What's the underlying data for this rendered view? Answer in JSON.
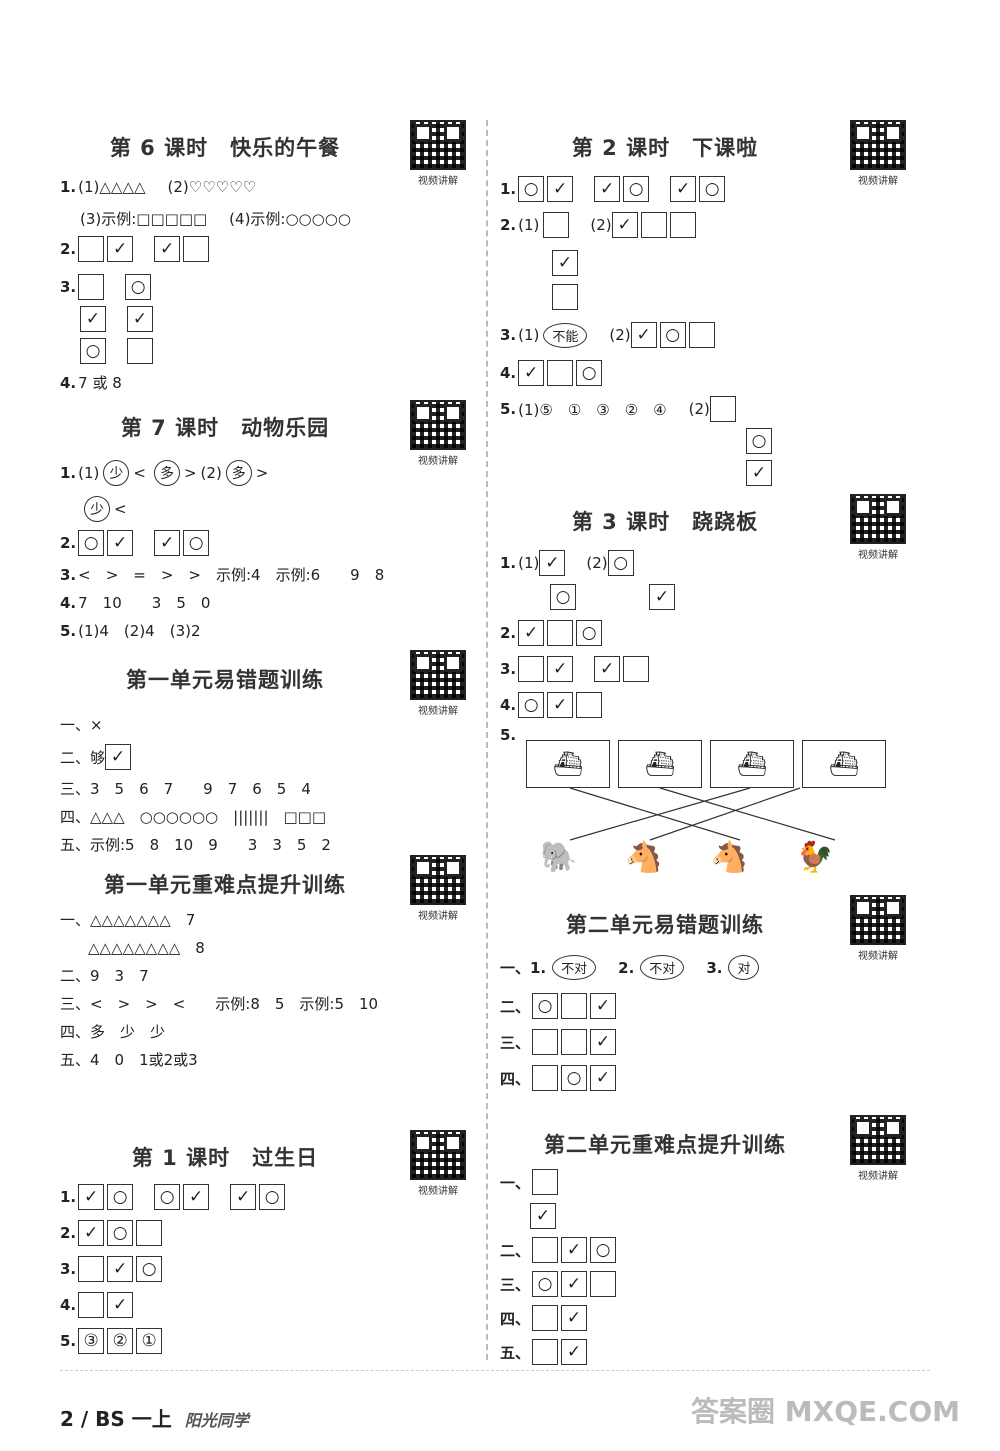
{
  "left": {
    "s1": {
      "title": "第 6 课时　快乐的午餐",
      "qr": "视频讲解",
      "r1": {
        "n": "1.",
        "a": "(1)△△△△",
        "b": "(2)♡♡♡♡♡"
      },
      "r1b": {
        "a": "(3)示例:□□□□□",
        "b": "(4)示例:○○○○○"
      },
      "r2": {
        "n": "2.",
        "boxes": [
          "",
          "✓",
          "✓",
          ""
        ]
      },
      "r3": {
        "n": "3.",
        "a": [
          "",
          "○"
        ],
        "b": [
          "✓",
          "✓"
        ],
        "c": [
          "○",
          ""
        ]
      },
      "r4": {
        "n": "4.",
        "t": "7 或 8"
      }
    },
    "s2": {
      "title": "第 7 课时　动物乐园",
      "qr": "视频讲解",
      "r1": {
        "n": "1.",
        "p1": "(1)",
        "c1": "少",
        "s1": "<",
        "c2": "多",
        ">": ">",
        "p2": "(2)",
        "c3": "多",
        "s3": ">"
      },
      "r1b": {
        "c": "少",
        "s": "<"
      },
      "r2": {
        "n": "2.",
        "boxes": [
          "○",
          "✓",
          "✓",
          "○"
        ]
      },
      "r3": {
        "n": "3.",
        "t": "<　>　=　>　>　示例:4　示例:6　　9　8"
      },
      "r4": {
        "n": "4.",
        "t": "7　10　　3　5　0"
      },
      "r5": {
        "n": "5.",
        "t": "(1)4　(2)4　(3)2"
      }
    },
    "s3": {
      "title": "第一单元易错题训练",
      "qr": "视频讲解",
      "r1": "一、×",
      "r2": {
        "t": "二、够",
        "box": "✓"
      },
      "r3": "三、3　5　6　7　　9　7　6　5　4",
      "r4": "四、△△△　○○○○○○　|||||||　□□□",
      "r5": "五、示例:5　8　10　9　　3　3　5　2"
    },
    "s4": {
      "title": "第一单元重难点提升训练",
      "qr": "视频讲解",
      "r1": "一、△△△△△△△　7",
      "r1b": "△△△△△△△△　8",
      "r2": "二、9　3　7",
      "r3": "三、<　>　>　<　　示例:8　5　示例:5　10",
      "r4": "四、多　少　少",
      "r5": "五、4　0　1或2或3"
    },
    "s5": {
      "title": "第 1 课时　过生日",
      "qr": "视频讲解",
      "r1": {
        "n": "1.",
        "boxes": [
          "✓",
          "○",
          "○",
          "✓",
          "✓",
          "○"
        ]
      },
      "r2": {
        "n": "2.",
        "boxes": [
          "✓",
          "○",
          ""
        ]
      },
      "r3": {
        "n": "3.",
        "boxes": [
          "",
          "✓",
          "○"
        ]
      },
      "r4": {
        "n": "4.",
        "boxes": [
          "",
          "✓"
        ]
      },
      "r5": {
        "n": "5.",
        "boxes": [
          "③",
          "②",
          "①"
        ]
      }
    }
  },
  "right": {
    "s1": {
      "title": "第 2 课时　下课啦",
      "qr": "视频讲解",
      "r1": {
        "n": "1.",
        "boxes": [
          "○",
          "✓",
          "✓",
          "○",
          "✓",
          "○"
        ]
      },
      "r2": {
        "n": "2.",
        "p1": "(1)",
        "col": [
          "",
          "✓",
          ""
        ],
        "p2": "(2)",
        "boxes": [
          "✓",
          "",
          ""
        ]
      },
      "r3": {
        "n": "3.",
        "p1": "(1)",
        "oval": "不能",
        "p2": "(2)",
        "boxes": [
          "✓",
          "○",
          ""
        ]
      },
      "r4": {
        "n": "4.",
        "boxes": [
          "✓",
          "",
          "○"
        ]
      },
      "r5": {
        "n": "5.",
        "t": "(1)⑤　①　③　②　④",
        "p2": "(2)",
        "col": [
          "",
          "○",
          "✓"
        ]
      }
    },
    "s2": {
      "title": "第 3 课时　跷跷板",
      "qr": "视频讲解",
      "r1": {
        "n": "1.",
        "p1": "(1)",
        "a": [
          "✓",
          "○"
        ],
        "p2": "(2)",
        "b": [
          "○",
          "✓"
        ]
      },
      "r2": {
        "n": "2.",
        "boxes": [
          "✓",
          "",
          "○"
        ]
      },
      "r3": {
        "n": "3.",
        "boxes": [
          "",
          "✓",
          "✓",
          ""
        ]
      },
      "r4": {
        "n": "4.",
        "boxes": [
          "○",
          "✓",
          ""
        ]
      },
      "r5": {
        "n": "5.",
        "boats": [
          "⛴",
          "⛴",
          "⛴",
          "⛴"
        ],
        "animals": [
          "🐘",
          "🐴",
          "🐴",
          "🐓"
        ]
      }
    },
    "s3": {
      "title": "第二单元易错题训练",
      "qr": "视频讲解",
      "r1": {
        "n": "一、1.",
        "o1": "不对",
        "n2": "2.",
        "o2": "不对",
        "n3": "3.",
        "o3": "对"
      },
      "r2": {
        "n": "二、",
        "boxes": [
          "○",
          "",
          "✓"
        ]
      },
      "r3": {
        "n": "三、",
        "boxes": [
          "",
          "",
          "✓"
        ]
      },
      "r4": {
        "n": "四、",
        "boxes": [
          "",
          "○",
          "✓"
        ]
      }
    },
    "s4": {
      "title": "第二单元重难点提升训练",
      "qr": "视频讲解",
      "r1": {
        "n": "一、",
        "a": "",
        "b": "✓"
      },
      "r2": {
        "n": "二、",
        "boxes": [
          "",
          "✓",
          "○"
        ]
      },
      "r3": {
        "n": "三、",
        "boxes": [
          "○",
          "✓",
          ""
        ]
      },
      "r4": {
        "n": "四、",
        "boxes": [
          "",
          "✓"
        ]
      },
      "r5": {
        "n": "五、",
        "boxes": [
          "",
          "✓"
        ]
      }
    }
  },
  "footer": {
    "page": "2 / BS 一上",
    "brand": "阳光同学",
    "watermark": "答案圈 MXQE.COM"
  }
}
